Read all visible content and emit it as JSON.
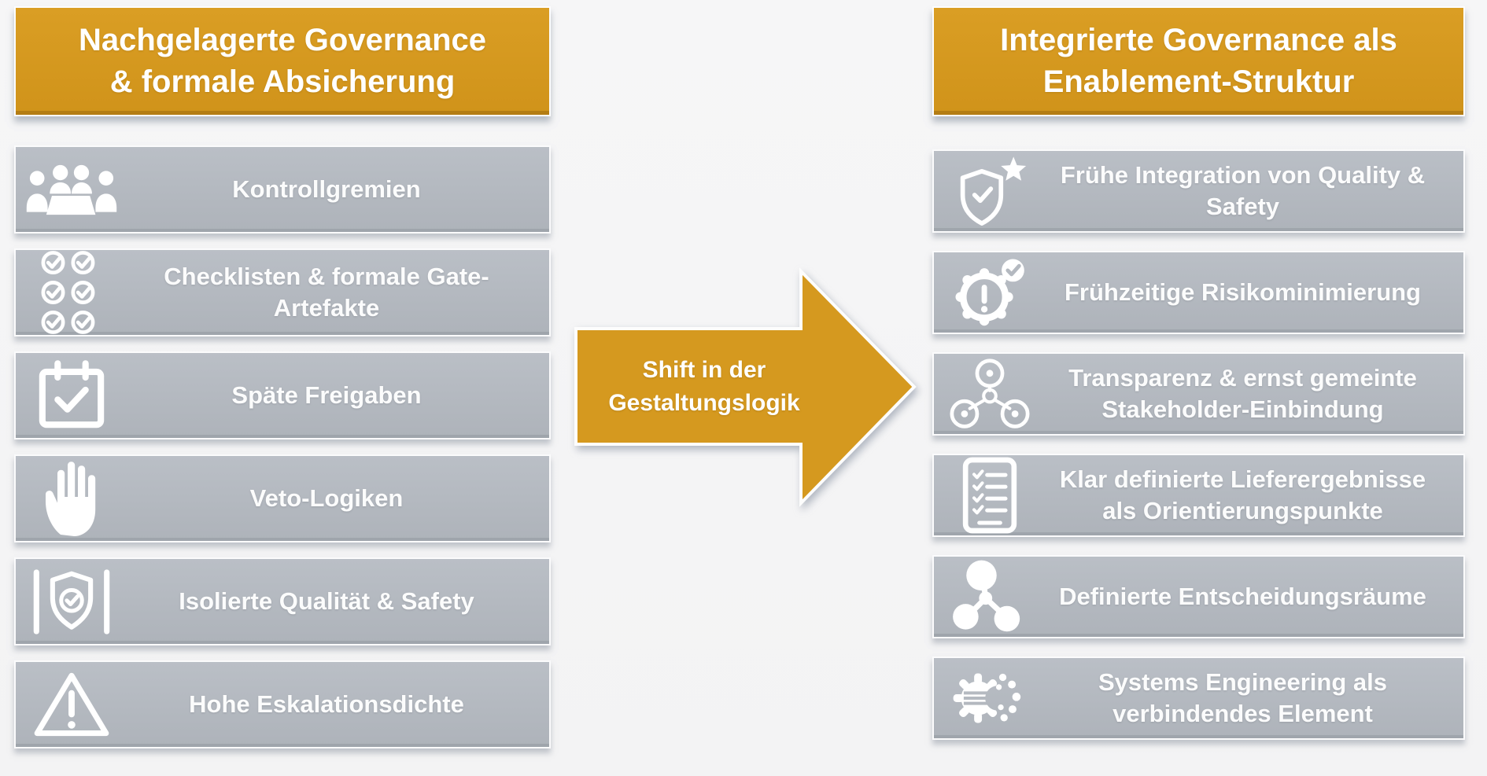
{
  "diagram": {
    "colors": {
      "accent_orange": "#D6991E",
      "box_gray": "#B4B9C0",
      "text_white": "#FFFFFF",
      "background": "#F4F4F5"
    },
    "left": {
      "header": {
        "line1": "Nachgelagerte Governance",
        "line2": "& formale Absicherung"
      },
      "items": [
        {
          "icon": "people-group-icon",
          "label": "Kontrollgremien"
        },
        {
          "icon": "checklist-grid-icon",
          "label": "Checklisten & formale Gate-Artefakte"
        },
        {
          "icon": "calendar-check-icon",
          "label": "Späte Freigaben"
        },
        {
          "icon": "stop-hand-icon",
          "label": "Veto-Logiken"
        },
        {
          "icon": "isolated-shield-icon",
          "label": "Isolierte Qualität & Safety"
        },
        {
          "icon": "warning-triangle-icon",
          "label": "Hohe Eskalationsdichte"
        }
      ]
    },
    "arrow": {
      "icon": "right-block-arrow",
      "line1": "Shift in der",
      "line2": "Gestaltungslogik"
    },
    "right": {
      "header": {
        "line1": "Integrierte Governance als",
        "line2": "Enablement-Struktur"
      },
      "items": [
        {
          "icon": "shield-star-icon",
          "label": "Frühe Integration von Quality & Safety"
        },
        {
          "icon": "risk-badge-icon",
          "label": "Frühzeitige Risikominimierung"
        },
        {
          "icon": "stakeholder-network-icon",
          "label": "Transparenz & ernst gemeinte Stakeholder-Einbindung"
        },
        {
          "icon": "deliverables-list-icon",
          "label": "Klar definierte Lieferergebnisse als Orientierungspunkte"
        },
        {
          "icon": "molecule-icon",
          "label": "Definierte Entscheidungsräume"
        },
        {
          "icon": "systems-gear-icon",
          "label": "Systems Engineering als verbindendes Element"
        }
      ]
    }
  }
}
